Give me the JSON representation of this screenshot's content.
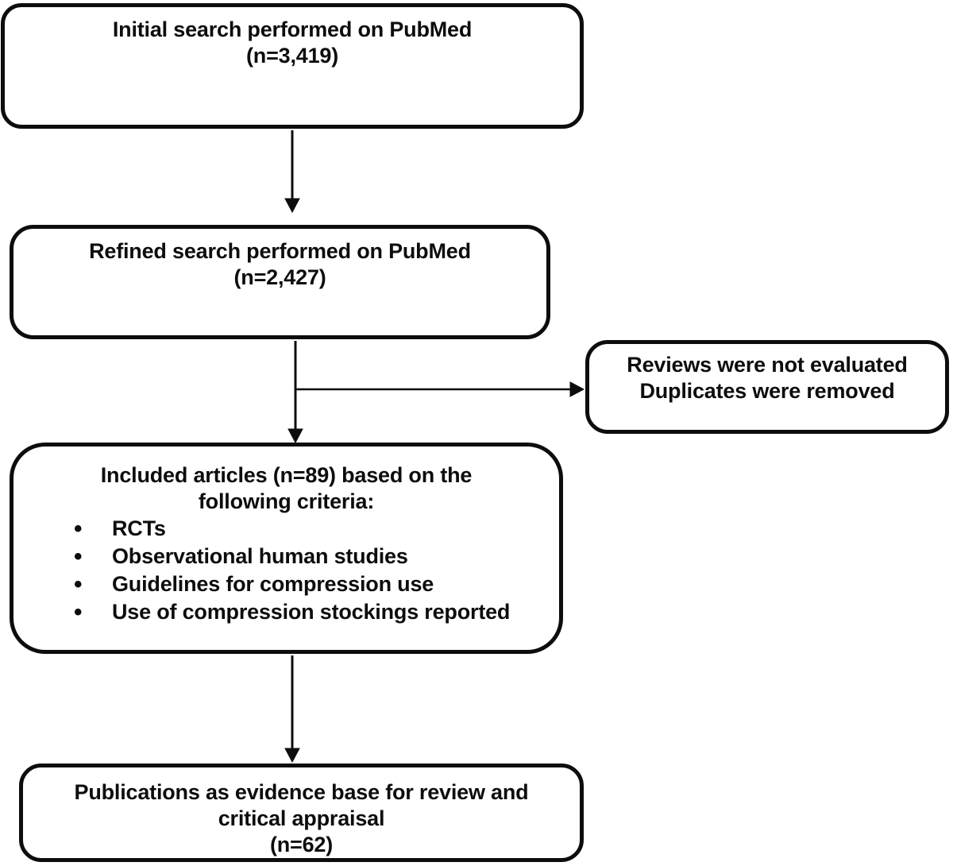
{
  "bullet_char": "•",
  "colors": {
    "line": "#0d0d0d",
    "text": "#0d0d0d",
    "background": "#ffffff"
  },
  "boxes": {
    "initial_search": {
      "line1": "Initial search performed on PubMed",
      "line2": "(n=3,419)"
    },
    "refined_search": {
      "line1": "Refined search performed on PubMed",
      "line2": "(n=2,427)"
    },
    "exclusion": {
      "line1": "Reviews were not evaluated",
      "line2": "Duplicates were removed"
    },
    "included": {
      "heading1": "Included articles (n=89) based on the",
      "heading2": "following criteria:",
      "bullets": [
        "RCTs",
        "Observational human studies",
        "Guidelines for compression use",
        "Use of compression stockings reported"
      ]
    },
    "final": {
      "line1": "Publications as evidence base for review and",
      "line2": "critical appraisal",
      "line3": "(n=62)"
    }
  }
}
